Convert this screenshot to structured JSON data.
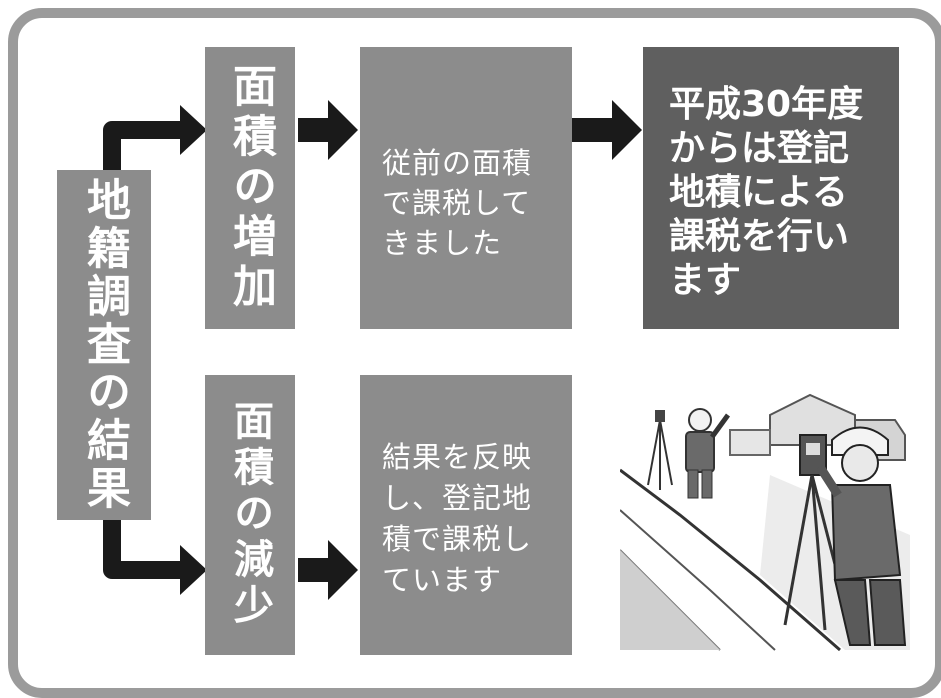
{
  "left_box": {
    "text": "地籍調査の結果"
  },
  "increase_box": {
    "text": "面積の増加"
  },
  "decrease_box": {
    "text": "面積の減少"
  },
  "increase_note": {
    "text": "従前の面積\nで課税して\nきました"
  },
  "decrease_note": {
    "text": "結果を反映\nし、登記地\n積で課税し\nています"
  },
  "result_box": {
    "text": "平成30年度\nからは登記\n地積による\n課税を行い\nます"
  },
  "illustration": {
    "description": "survey-workers-illustration"
  },
  "colors": {
    "frame": "#9b9b9b",
    "box": "#8c8c8c",
    "dark_box": "#5f5f5f",
    "arrow": "#1a1a1a"
  }
}
